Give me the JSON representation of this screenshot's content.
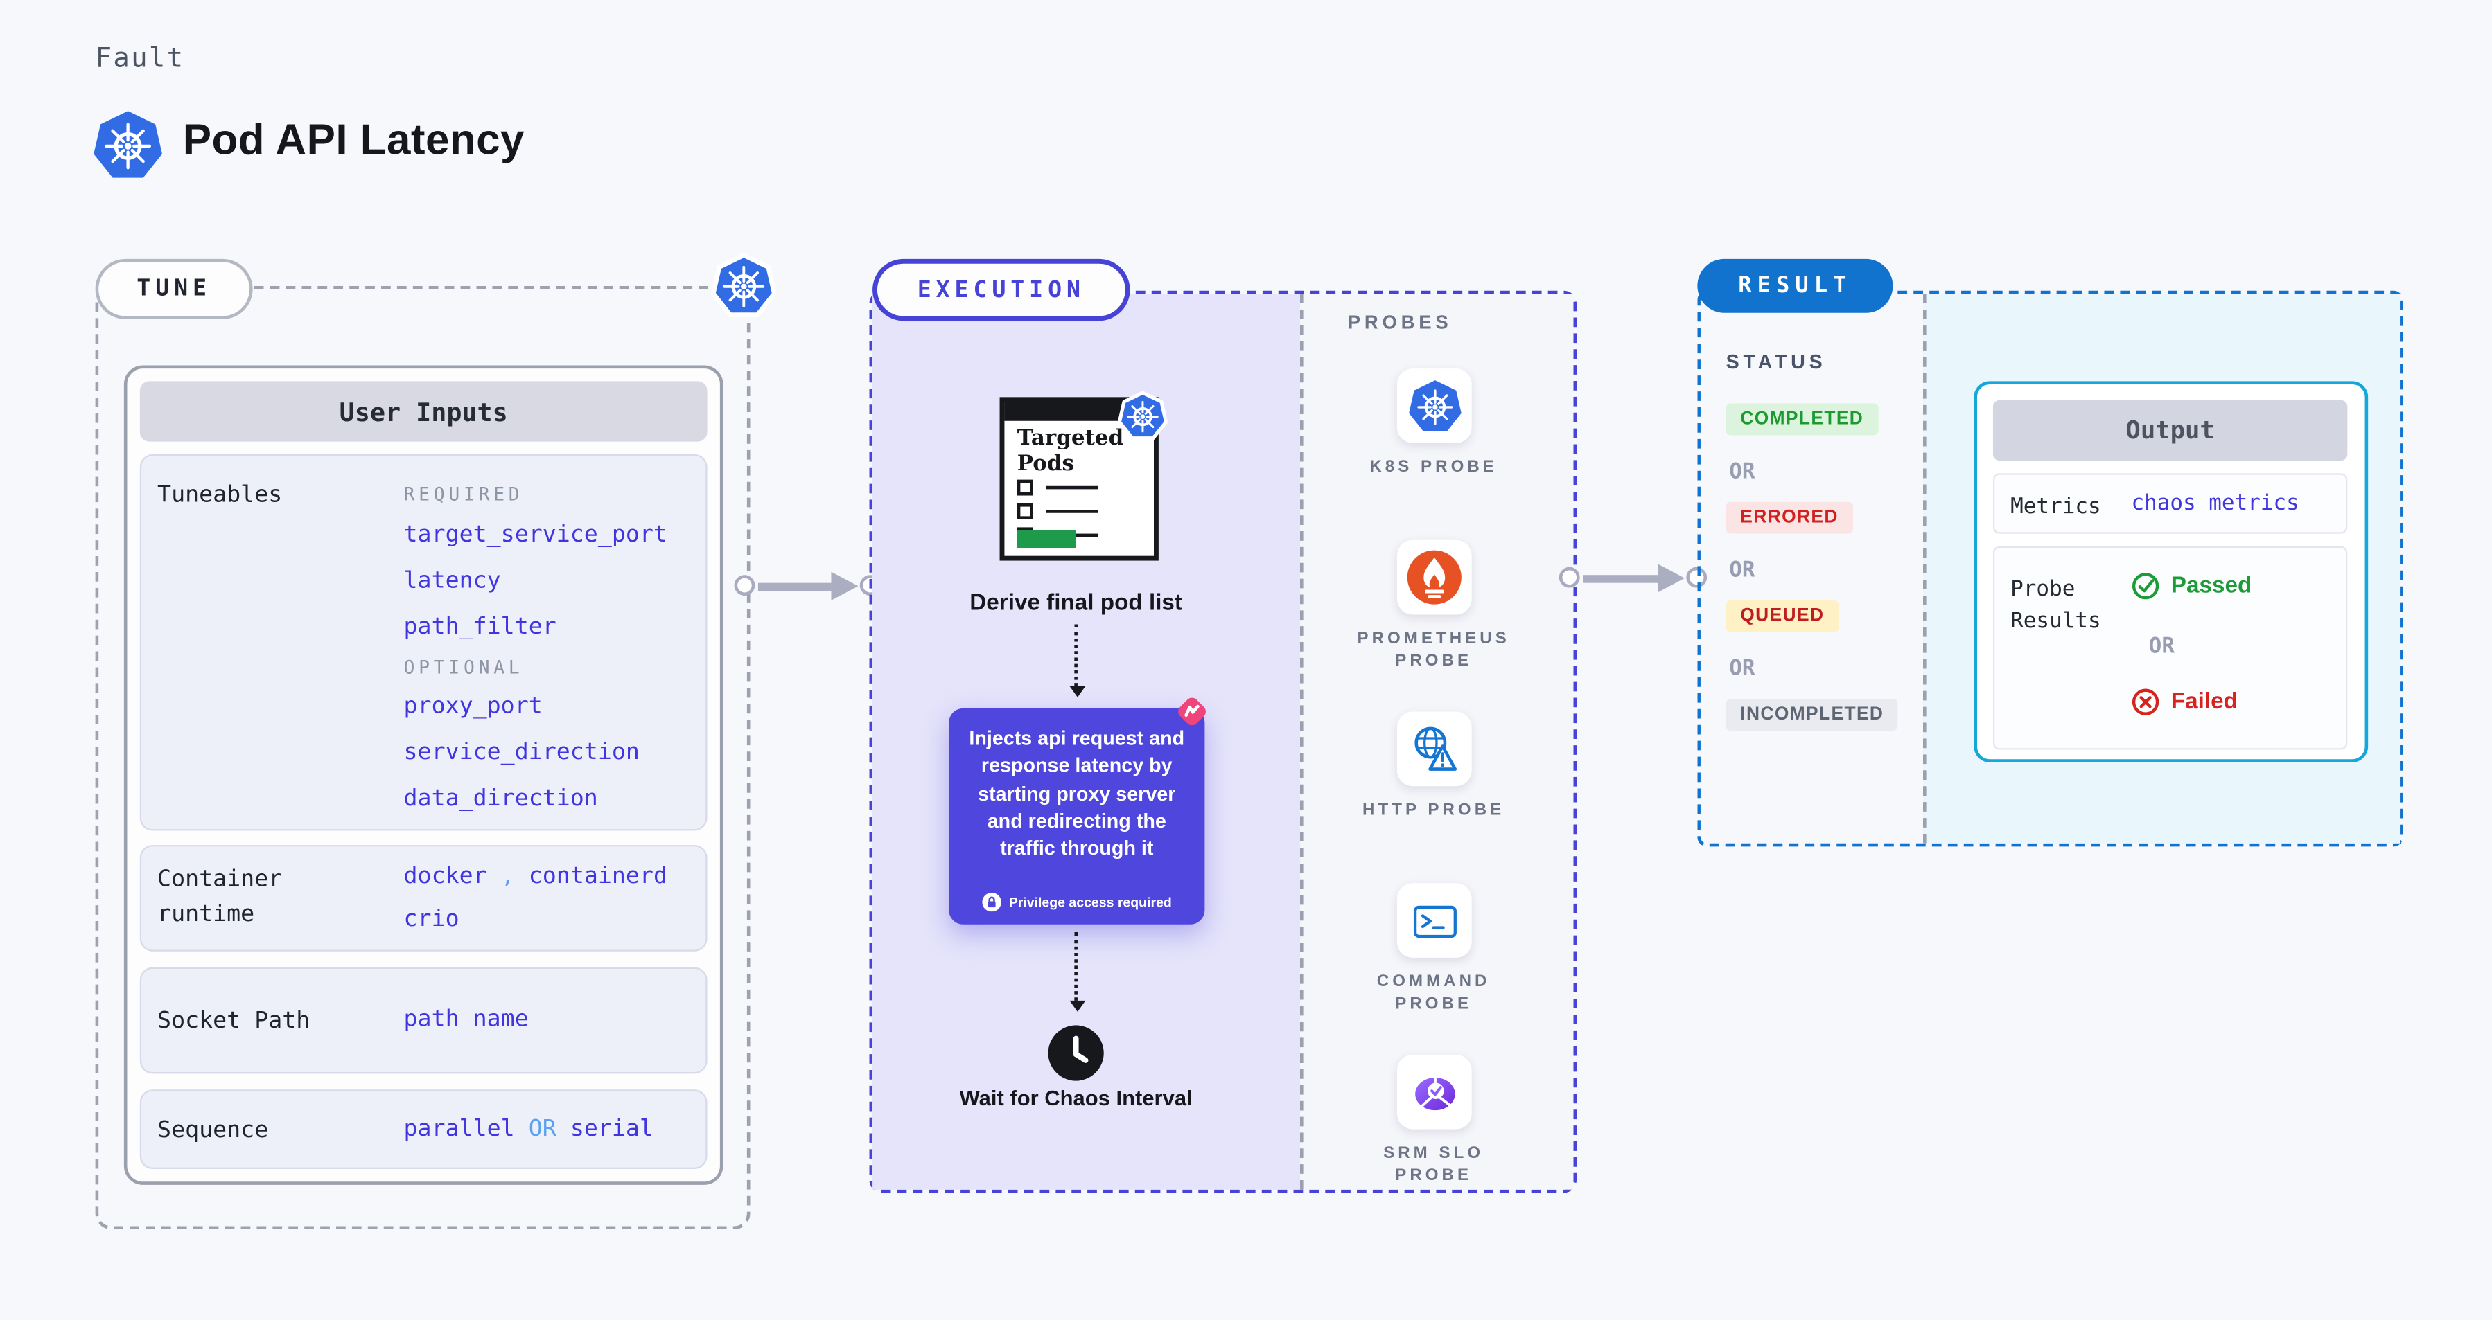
{
  "header": {
    "kicker": "Fault",
    "title": "Pod API Latency"
  },
  "tune": {
    "label": "TUNE",
    "user_inputs": {
      "title": "User Inputs",
      "tuneables": {
        "label": "Tuneables",
        "required_label": "REQUIRED",
        "required": [
          "target_service_port",
          "latency",
          "path_filter"
        ],
        "optional_label": "OPTIONAL",
        "optional": [
          "proxy_port",
          "service_direction",
          "data_direction"
        ]
      },
      "container_runtime": {
        "label": "Container runtime",
        "v1": "docker",
        "sep": ",",
        "v2": "containerd",
        "v3": "crio"
      },
      "socket_path": {
        "label": "Socket Path",
        "value": "path name"
      },
      "sequence": {
        "label": "Sequence",
        "v1": "parallel",
        "or": "OR",
        "v2": "serial"
      }
    }
  },
  "execution": {
    "label": "EXECUTION",
    "targeted_pods_title": "Targeted Pods",
    "derive_caption": "Derive final pod list",
    "inject_description": "Injects api request and response latency by starting proxy server and redirecting the traffic through it",
    "privilege_note": "Privilege access required",
    "wait_caption": "Wait for Chaos Interval"
  },
  "probes": {
    "label": "PROBES",
    "items": [
      {
        "name": "K8S PROBE",
        "icon": "kubernetes-icon"
      },
      {
        "name": "PROMETHEUS PROBE",
        "icon": "prometheus-icon"
      },
      {
        "name": "HTTP PROBE",
        "icon": "globe-warning-icon"
      },
      {
        "name": "COMMAND PROBE",
        "icon": "terminal-icon"
      },
      {
        "name": "SRM SLO PROBE",
        "icon": "slo-check-icon"
      }
    ]
  },
  "result": {
    "label": "RESULT",
    "status": {
      "label": "STATUS",
      "separator": "OR",
      "badges": [
        {
          "text": "COMPLETED",
          "fg": "#1d9a2f",
          "bg": "#dcf3dd"
        },
        {
          "text": "ERRORED",
          "fg": "#d02020",
          "bg": "#fbe4e4"
        },
        {
          "text": "QUEUED",
          "fg": "#c01d1d",
          "bg": "#fdf1c5"
        },
        {
          "text": "INCOMPLETED",
          "fg": "#5f6673",
          "bg": "#e9ebf1"
        }
      ]
    },
    "output": {
      "title": "Output",
      "metrics": {
        "label": "Metrics",
        "value": "chaos metrics"
      },
      "probe_results": {
        "label": "Probe Results",
        "passed": "Passed",
        "separator": "OR",
        "failed": "Failed"
      }
    }
  },
  "colors": {
    "kubernetes_blue": "#326ce5",
    "execution_accent": "#4743d6",
    "result_accent": "#1173ce",
    "output_accent": "#14a7da",
    "inject_box": "#4f46dd",
    "value_indigo": "#4135e0",
    "value_lightblue": "#5ba1f2",
    "passed_green": "#1d9b38",
    "failed_red": "#d7231d",
    "prometheus_orange": "#e75225",
    "probe_blue": "#1576d2",
    "srm_purple": "#7c3aed",
    "chaos_pink": "#f0447c",
    "arrow_gray": "#abadc0"
  }
}
